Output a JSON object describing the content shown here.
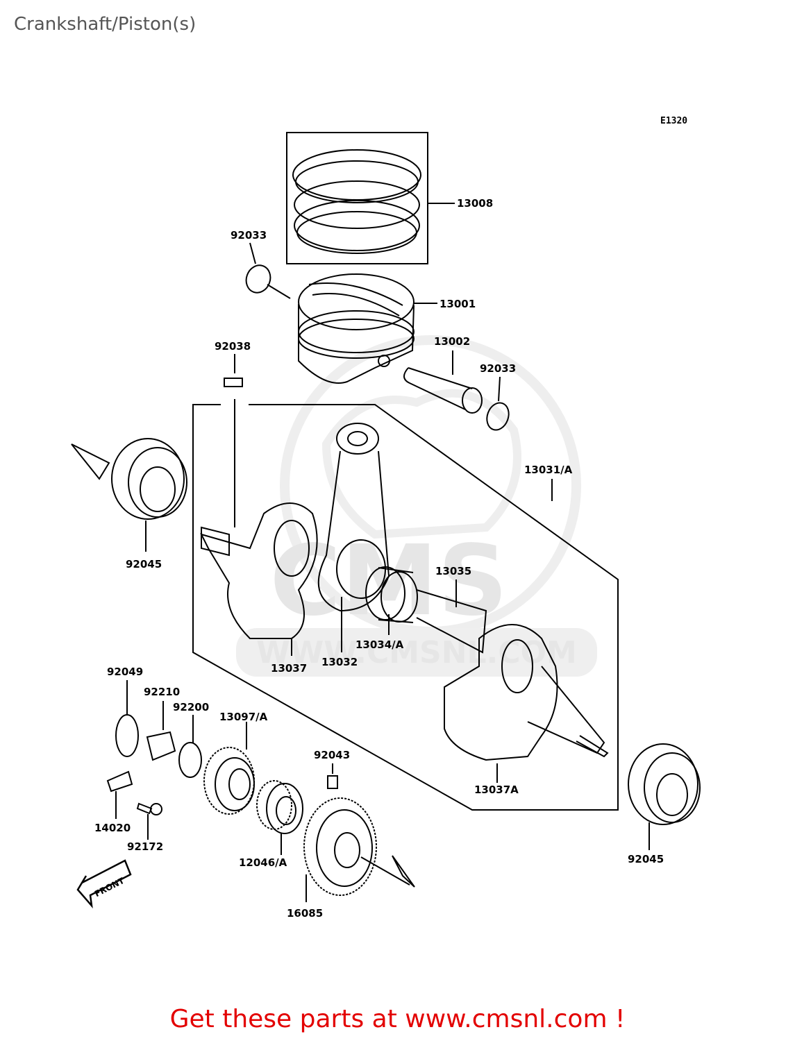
{
  "page": {
    "title": "Crankshaft/Piston(s)",
    "diagram_code": "E1320",
    "footer": "Get these parts at www.cmsnl.com !"
  },
  "watermark": {
    "brand": "CMS",
    "url": "WWW.CMSNL.COM"
  },
  "callouts": [
    "13008",
    "92033",
    "13001",
    "92038",
    "13002",
    "92033",
    "13031/A",
    "92045",
    "13035",
    "13034/A",
    "13037",
    "13032",
    "92049",
    "92210",
    "92200",
    "13097/A",
    "92043",
    "13037A",
    "14020",
    "92172",
    "12046/A",
    "16085",
    "92045"
  ],
  "front_marker": "FRONT",
  "colors": {
    "footer": "#e30000",
    "title": "#555555",
    "line": "#000000",
    "watermark": "#e6e6e6"
  }
}
